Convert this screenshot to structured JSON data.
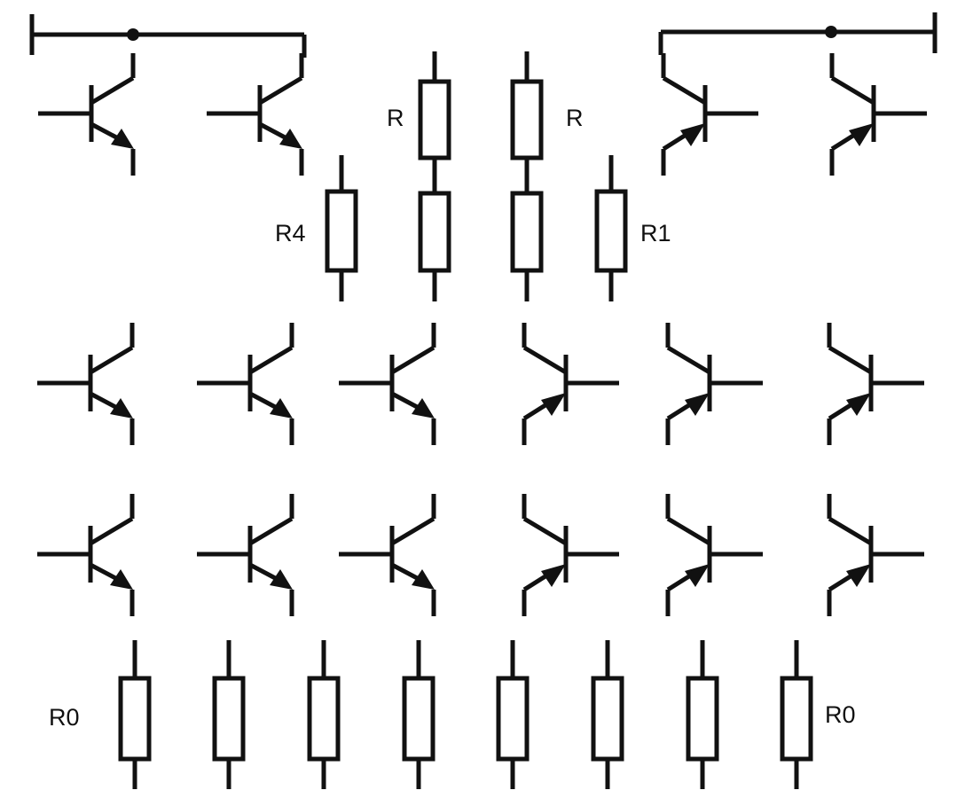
{
  "labels": {
    "r_left": "R",
    "r_right": "R",
    "r4": "R4",
    "r1": "R1",
    "r0_left": "R0",
    "r0_right": "R0"
  },
  "transistors": {
    "top_row": [
      "npn",
      "npn",
      "pnp",
      "pnp"
    ],
    "row_2": [
      "npn",
      "npn",
      "npn",
      "pnp",
      "pnp",
      "pnp"
    ],
    "row_3": [
      "npn",
      "npn",
      "npn",
      "pnp",
      "pnp",
      "pnp"
    ]
  },
  "resistors": {
    "upper_count": 6,
    "bottom_row_count": 8
  },
  "colors": {
    "ink": "#111111",
    "paper": "#ffffff"
  }
}
